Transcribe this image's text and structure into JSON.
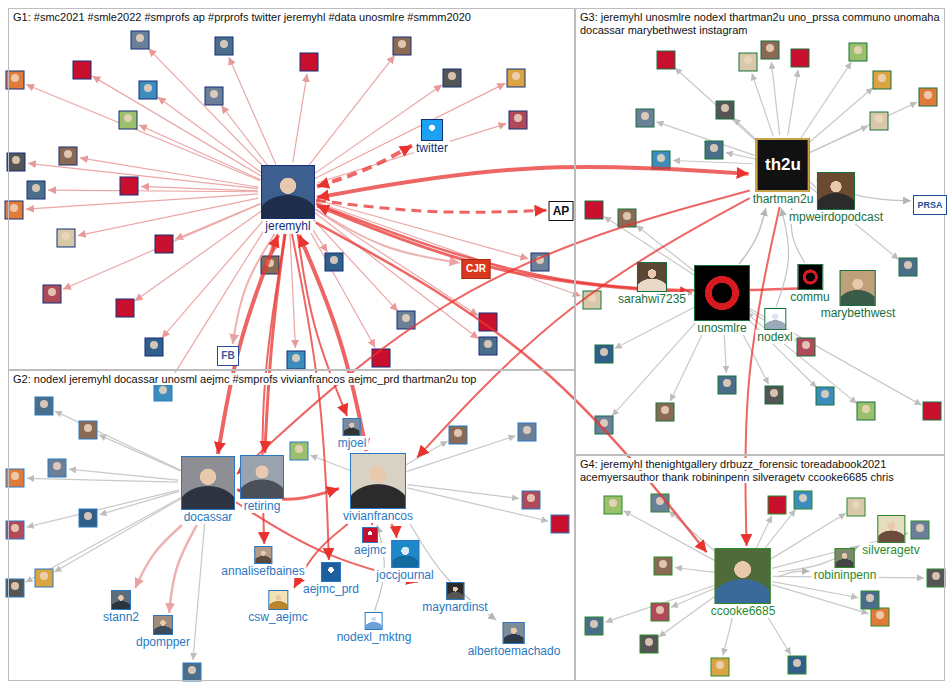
{
  "diagram": {
    "nodes": [
      {
        "text": [
          "G1: #smc2021 #smle2022 #smprofs ap #prprofs twitter jeremyhl #data unosmlre #smmm2020"
        ]
      },
      {
        "text": [
          "G2: nodexl jeremyhl docassar unosml aejmc #smprofs vivianfrancos aejmc_prd thartman2u top"
        ]
      },
      {
        "text": [
          "G3: jeremyhl unosmlre nodexl thartman2u uno_prssa communo unomaha docassar marybethwest instagram"
        ]
      },
      {
        "text": [
          "G4: jeremyhl thenightgallery drbuzz_forensic toreadabook2021 acemyersauthor thank robininpenn silveragetv ccooke6685 chris"
        ]
      },
      {
        "text": [
          "jeremyhl"
        ],
        "in": 0
      },
      {
        "text": [
          "twitter"
        ],
        "in": 0
      },
      {
        "text": [
          "AP"
        ],
        "in": 0
      },
      {
        "text": [
          "CJR"
        ],
        "in": 0
      },
      {
        "text": [
          "FB"
        ],
        "in": 0
      },
      {
        "text": [
          "docassar"
        ],
        "in": 1
      },
      {
        "text": [
          "retiring"
        ],
        "in": 1
      },
      {
        "text": [
          "mjoel"
        ],
        "in": 1
      },
      {
        "text": [
          "vivianfrancos"
        ],
        "in": 1
      },
      {
        "text": [
          "annalisefbaines"
        ],
        "in": 1
      },
      {
        "text": [
          "aejmc"
        ],
        "in": 1
      },
      {
        "text": [
          "aejmc_prd"
        ],
        "in": 1
      },
      {
        "text": [
          "joccjournal"
        ],
        "in": 1
      },
      {
        "text": [
          "maynardinst"
        ],
        "in": 1
      },
      {
        "text": [
          "csw_aejmc"
        ],
        "in": 1
      },
      {
        "text": [
          "nodexl_mktng"
        ],
        "in": 1
      },
      {
        "text": [
          "stann2"
        ],
        "in": 1
      },
      {
        "text": [
          "dpompper"
        ],
        "in": 1
      },
      {
        "text": [
          "albertoemachado"
        ],
        "in": 1
      },
      {
        "text": [
          "th2u",
          "thartman2u"
        ],
        "in": 2
      },
      {
        "text": [
          "mpweirdopodcast"
        ],
        "in": 2
      },
      {
        "text": [
          "sarahwi7235"
        ],
        "in": 2
      },
      {
        "text": [
          "unosmlre"
        ],
        "in": 2
      },
      {
        "text": [
          "commu"
        ],
        "in": 2
      },
      {
        "text": [
          "marybethwest"
        ],
        "in": 2
      },
      {
        "text": [
          "nodexl"
        ],
        "in": 2
      },
      {
        "text": [
          "PRSA"
        ],
        "in": 2
      },
      {
        "text": [
          "ccooke6685"
        ],
        "in": 3
      },
      {
        "text": [
          "silveragetv"
        ],
        "in": 3
      },
      {
        "text": [
          "robininpenn"
        ],
        "in": 3
      }
    ],
    "edges": [
      {
        "from": 4,
        "to": 5,
        "arrow": "both"
      },
      {
        "from": 4,
        "to": 6,
        "arrow": "to"
      },
      {
        "from": 4,
        "to": 7,
        "arrow": "to"
      },
      {
        "from": 4,
        "to": 8,
        "arrow": "to"
      },
      {
        "from": 4,
        "to": 23,
        "arrow": "both"
      },
      {
        "from": 4,
        "to": 26,
        "arrow": "both"
      },
      {
        "from": 4,
        "to": 28,
        "arrow": "to"
      },
      {
        "from": 4,
        "to": 9,
        "arrow": "both"
      },
      {
        "from": 4,
        "to": 12,
        "arrow": "both"
      },
      {
        "from": 4,
        "to": 10,
        "arrow": "to"
      },
      {
        "from": 4,
        "to": 13,
        "arrow": "to"
      },
      {
        "from": 4,
        "to": 15,
        "arrow": "to"
      },
      {
        "from": 4,
        "to": 11,
        "arrow": "to"
      },
      {
        "from": 4,
        "to": 31,
        "arrow": "to"
      },
      {
        "from": 23,
        "to": 9,
        "arrow": "to"
      },
      {
        "from": 23,
        "to": 12,
        "arrow": "to"
      },
      {
        "from": 23,
        "to": 31,
        "arrow": "to"
      },
      {
        "from": 26,
        "to": 23,
        "arrow": "to"
      },
      {
        "from": 25,
        "to": 26,
        "arrow": "to"
      },
      {
        "from": 29,
        "to": 23,
        "arrow": "to"
      },
      {
        "from": 27,
        "to": 23,
        "arrow": "to"
      },
      {
        "from": 23,
        "to": 30,
        "arrow": "to"
      },
      {
        "from": 23,
        "to": 24,
        "arrow": "to"
      },
      {
        "from": 26,
        "to": 29,
        "arrow": "to"
      },
      {
        "from": 31,
        "to": 32,
        "arrow": "to"
      },
      {
        "from": 31,
        "to": 33,
        "arrow": "to"
      },
      {
        "from": 9,
        "to": 20,
        "arrow": "to"
      },
      {
        "from": 9,
        "to": 21,
        "arrow": "to"
      },
      {
        "from": 12,
        "to": 14,
        "arrow": "to"
      },
      {
        "from": 12,
        "to": 18,
        "arrow": "to"
      },
      {
        "from": 12,
        "to": 16,
        "arrow": "to"
      },
      {
        "from": 12,
        "to": 22,
        "arrow": "to"
      },
      {
        "from": 19,
        "to": 12,
        "arrow": "to"
      },
      {
        "from": 9,
        "to": 17,
        "arrow": "to"
      },
      {
        "from": 9,
        "to": 12,
        "arrow": "both"
      }
    ]
  }
}
